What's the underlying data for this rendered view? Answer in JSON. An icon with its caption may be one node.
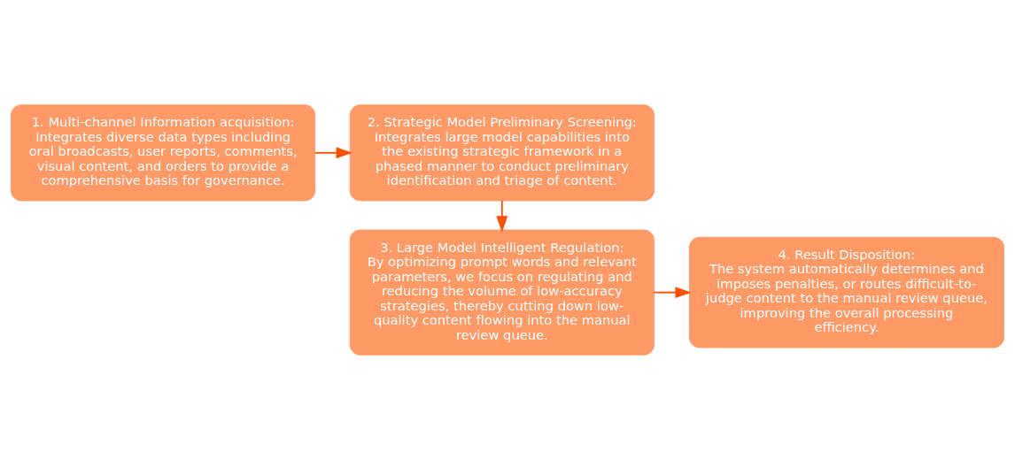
{
  "diagram": {
    "nodes": [
      {
        "text": [
          "1. Multi-channel Information acquisition:",
          "Integrates diverse data types including oral broadcasts, user reports, comments, visual content, and orders to provide a comprehensive basis for governance."
        ]
      },
      {
        "text": [
          "2. Strategic Model Preliminary Screening:",
          "Integrates large model capabilities into the existing strategic framework in a phased manner to conduct preliminary identification and triage of content."
        ]
      },
      {
        "text": [
          "3. Large Model Intelligent Regulation:",
          "By optimizing prompt words and relevant parameters, we focus on regulating and reducing the volume of low-accuracy strategies, thereby cutting down low-quality content flowing into the manual review queue."
        ]
      },
      {
        "text": [
          "4. Result Disposition:",
          "The system automatically determines and imposes penalties, or routes difficult-to-judge content to the manual review queue, improving the overall processing efficiency."
        ]
      }
    ],
    "edges": [
      {
        "from": 0,
        "to": 1,
        "arrow": "to"
      },
      {
        "from": 1,
        "to": 2,
        "arrow": "to"
      },
      {
        "from": 2,
        "to": 3,
        "arrow": "to"
      }
    ]
  }
}
